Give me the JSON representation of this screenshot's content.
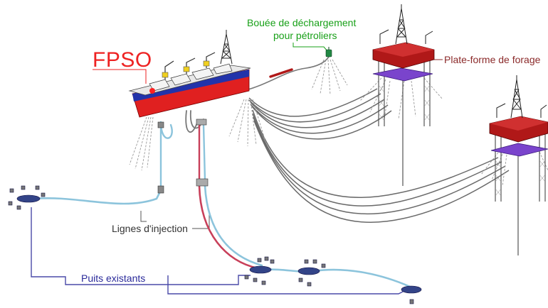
{
  "labels": {
    "fpso": "FPSO",
    "buoy_line1": "Bouée de déchargement",
    "buoy_line2": "pour pétroliers",
    "drilling_platform": "Plate-forme de forage",
    "injection_lines": "Lignes d'injection",
    "existing_wells": "Puits existants"
  },
  "colors": {
    "fpso_label": "#ee2222",
    "buoy_label": "#18a018",
    "platform_label": "#8b2a2a",
    "wells_label": "#2a2a9a",
    "hull_red": "#e02020",
    "hull_stripe": "#2233aa",
    "deck": "#e8e8e8",
    "rig_red": "#b01818",
    "pontoon_purple": "#7a44cc",
    "flowline_blue": "#8cc4dc",
    "injection_red": "#c8405a",
    "umbilical_gray": "#666666"
  },
  "icons": [
    "fpso-vessel",
    "derrick-icon",
    "buoy-icon",
    "drilling-platform-icon",
    "subsea-well-icon"
  ]
}
